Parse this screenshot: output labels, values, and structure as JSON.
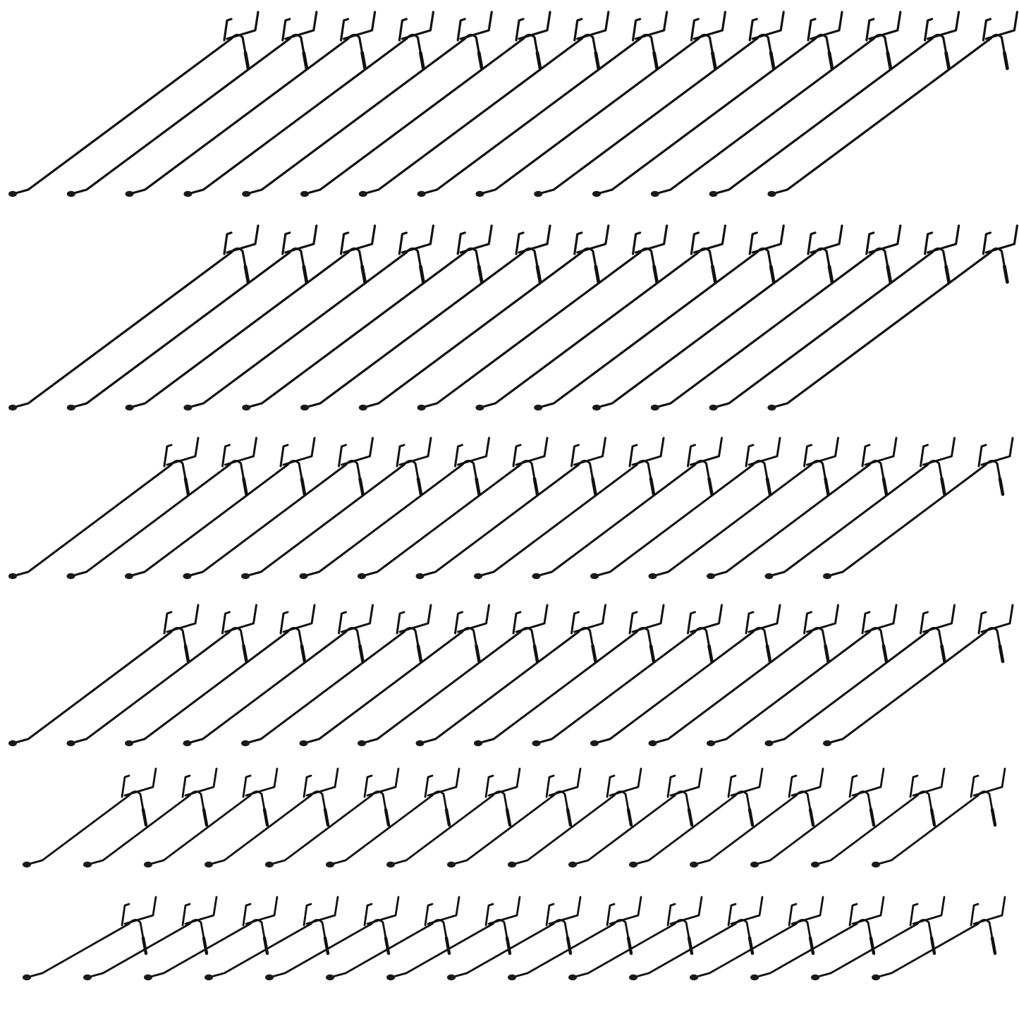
{
  "scene": {
    "subject": "pegboard-hooks",
    "background_color": "#ffffff",
    "wire_color": "#111111",
    "tip_color": "#1a1a1a",
    "hook_style": "single-prong-black-wire"
  },
  "rows": [
    {
      "id": "row-1",
      "hook_count": 14,
      "size": "long"
    },
    {
      "id": "row-2",
      "hook_count": 14,
      "size": "long"
    },
    {
      "id": "row-3",
      "hook_count": 15,
      "size": "medium"
    },
    {
      "id": "row-4",
      "hook_count": 15,
      "size": "medium"
    },
    {
      "id": "row-5",
      "hook_count": 15,
      "size": "short"
    },
    {
      "id": "row-6",
      "hook_count": 15,
      "size": "short"
    }
  ]
}
